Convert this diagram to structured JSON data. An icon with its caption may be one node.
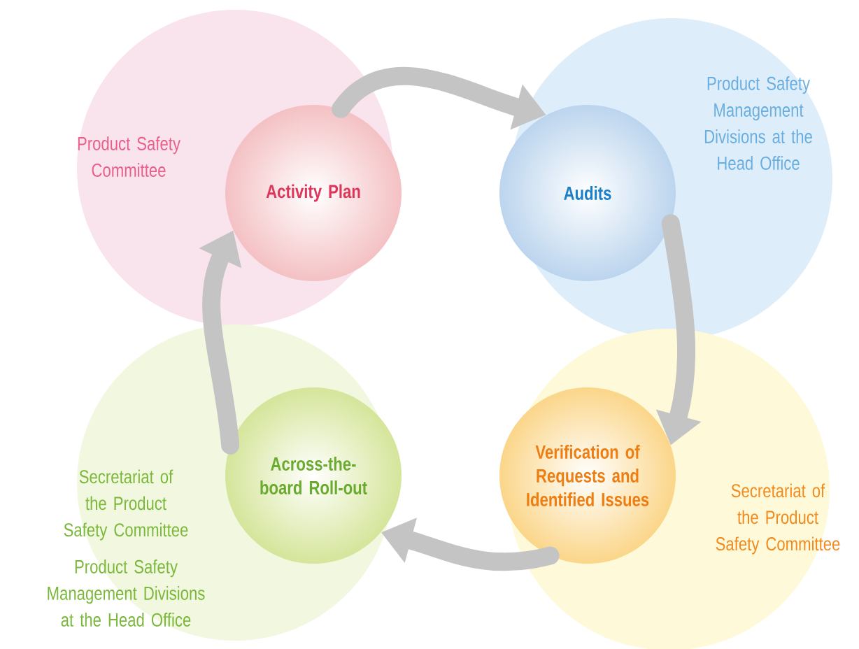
{
  "diagram": {
    "nodes": [
      {
        "text": [
          "Product Safety Committee"
        ]
      },
      {
        "text": [
          "Activity Plan"
        ],
        "in": 0
      },
      {
        "text": [
          "Product Safety Management Divisions at the Head Office"
        ]
      },
      {
        "text": [
          "Audits"
        ],
        "in": 2
      },
      {
        "text": [
          "Secretariat of the Product Safety Committee",
          "Product Safety Management Divisions at the Head Office"
        ]
      },
      {
        "text": [
          "Across-the-board Roll-out"
        ],
        "in": 4
      },
      {
        "text": [
          "Secretariat of the Product Safety Committee"
        ]
      },
      {
        "text": [
          "Verification of Requests and Identified Issues"
        ],
        "in": 6
      }
    ],
    "edges": [
      {
        "from": 1,
        "to": 3,
        "arrow": "to"
      },
      {
        "from": 3,
        "to": 7,
        "arrow": "to"
      },
      {
        "from": 7,
        "to": 5,
        "arrow": "to"
      },
      {
        "from": 5,
        "to": 1,
        "arrow": "to"
      }
    ]
  }
}
